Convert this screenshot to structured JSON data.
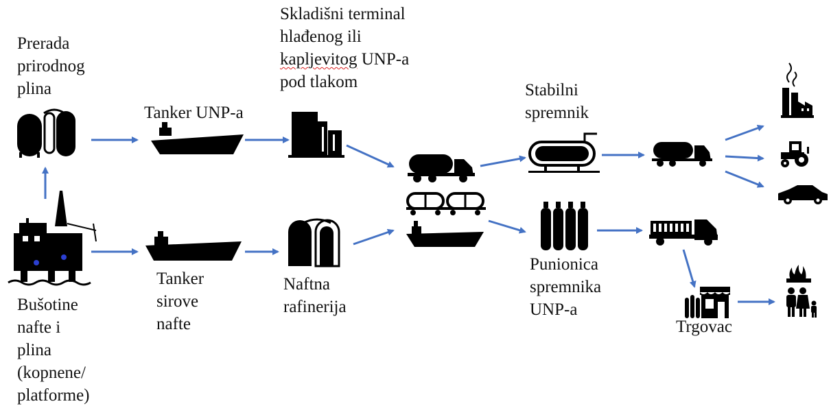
{
  "labels": {
    "prerada": [
      "Prerada",
      "prirodnog",
      "plina"
    ],
    "busotine": [
      "Bušotine",
      "nafte i",
      "plina",
      "(kopnene/",
      "platforme)"
    ],
    "tanker_unp": "Tanker UNP-a",
    "tanker_sirove": [
      "Tanker",
      "sirove",
      "nafte"
    ],
    "skladisni": {
      "line1": "Skladišni terminal",
      "line2": "hlađenog ili",
      "line3_word": "kapljevitog",
      "line3_rest": " UNP-a",
      "line4": "pod tlakom"
    },
    "rafinerija": [
      "Naftna",
      "rafinerija"
    ],
    "stabilni": [
      "Stabilni",
      "spremnik"
    ],
    "punionica": [
      "Punionica",
      "spremnika",
      "UNP-a"
    ],
    "trgovac": "Trgovac"
  },
  "colors": {
    "arrow": "#4472c4",
    "icon": "#000000",
    "dot": "#2b3fd1"
  },
  "icons": [
    "gas-plant-icon",
    "oil-rig-icon",
    "lpg-tanker-ship-icon",
    "crude-tanker-ship-icon",
    "storage-terminal-icon",
    "refinery-icon",
    "tank-truck-icon",
    "rail-tank-cars-icon",
    "barge-icon",
    "stable-tank-icon",
    "gas-cylinders-icon",
    "small-tank-truck-icon",
    "flatbed-truck-icon",
    "factory-icon",
    "tractor-icon",
    "car-icon",
    "shop-icon",
    "family-icon"
  ]
}
